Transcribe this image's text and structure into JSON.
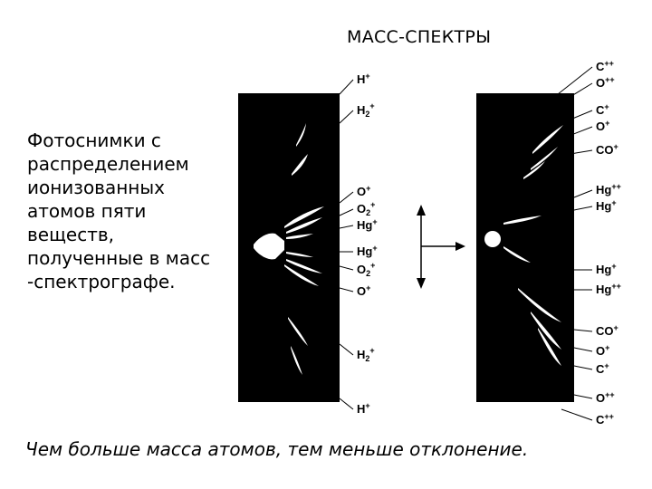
{
  "title": "МАСС-СПЕКТРЫ",
  "description_lines": [
    "Фотоснимки с",
    "распределением",
    "ионизованных",
    "атомов пяти",
    "веществ,",
    "полученные в масс",
    "-спектрографе."
  ],
  "caption": "Чем больше масса атомов, тем меньше отклонение.",
  "left_plate_labels": [
    {
      "base": "H",
      "sub": "",
      "sup": "+"
    },
    {
      "base": "H",
      "sub": "2",
      "sup": "+"
    },
    {
      "base": "O",
      "sub": "",
      "sup": "+"
    },
    {
      "base": "O",
      "sub": "2",
      "sup": "+"
    },
    {
      "base": "Hg",
      "sub": "",
      "sup": "+"
    },
    {
      "base": "Hg",
      "sub": "",
      "sup": "+"
    },
    {
      "base": "O",
      "sub": "2",
      "sup": "+"
    },
    {
      "base": "O",
      "sub": "",
      "sup": "+"
    },
    {
      "base": "H",
      "sub": "2",
      "sup": "+"
    },
    {
      "base": "H",
      "sub": "",
      "sup": "+"
    }
  ],
  "right_plate_labels": [
    {
      "base": "C",
      "sub": "",
      "sup": "++"
    },
    {
      "base": "O",
      "sub": "",
      "sup": "++"
    },
    {
      "base": "C",
      "sub": "",
      "sup": "+"
    },
    {
      "base": "O",
      "sub": "",
      "sup": "+"
    },
    {
      "base": "CO",
      "sub": "",
      "sup": "+"
    },
    {
      "base": "Hg",
      "sub": "",
      "sup": "++"
    },
    {
      "base": "Hg",
      "sub": "",
      "sup": "+"
    },
    {
      "base": "Hg",
      "sub": "",
      "sup": "+"
    },
    {
      "base": "Hg",
      "sub": "",
      "sup": "++"
    },
    {
      "base": "CO",
      "sub": "",
      "sup": "+"
    },
    {
      "base": "O",
      "sub": "",
      "sup": "+"
    },
    {
      "base": "C",
      "sub": "",
      "sup": "+"
    },
    {
      "base": "O",
      "sub": "",
      "sup": "++"
    },
    {
      "base": "C",
      "sub": "",
      "sup": "++"
    }
  ]
}
